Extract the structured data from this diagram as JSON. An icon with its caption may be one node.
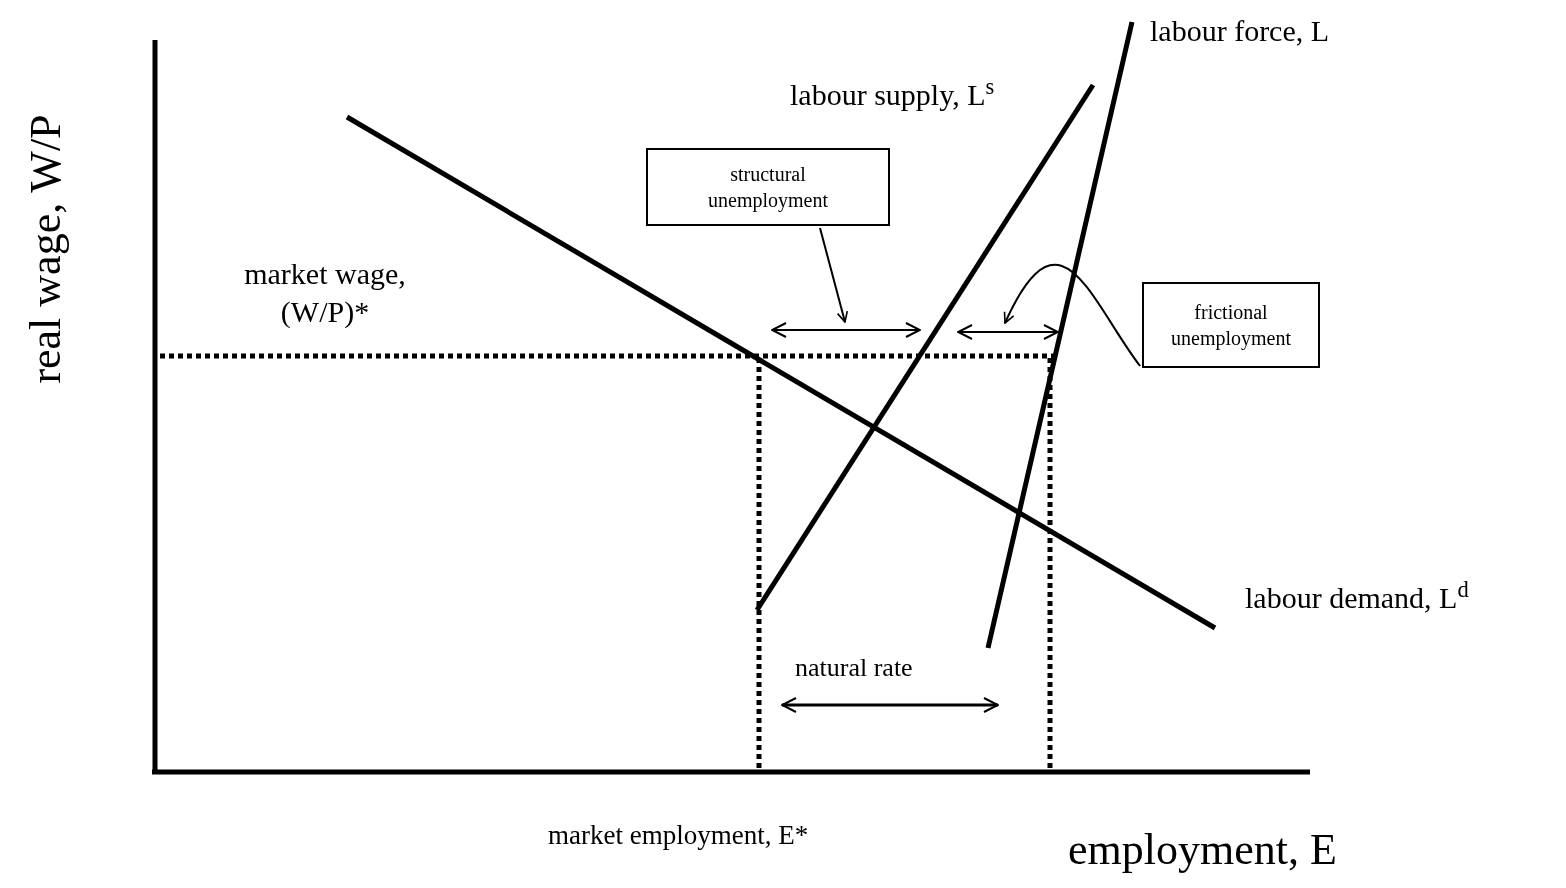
{
  "diagram": {
    "nodes": [
      {
        "text": [
          "structural unemployment"
        ]
      },
      {
        "text": [
          "frictional unemployment"
        ]
      },
      {
        "text": [],
        "shape": "arrow"
      },
      {
        "text": [],
        "shape": "arrow"
      }
    ],
    "edges": [
      {
        "from": 0,
        "to": 2,
        "arrow": "to"
      },
      {
        "from": 1,
        "to": 3,
        "arrow": "to"
      }
    ],
    "labels": [
      "real wage, W/P",
      "labour force, L",
      "labour supply, L$^{s}$",
      "market wage, (W/P)*",
      "labour demand, L$^{d}$",
      "natural rate",
      "market employment, E*",
      "employment, E"
    ]
  }
}
